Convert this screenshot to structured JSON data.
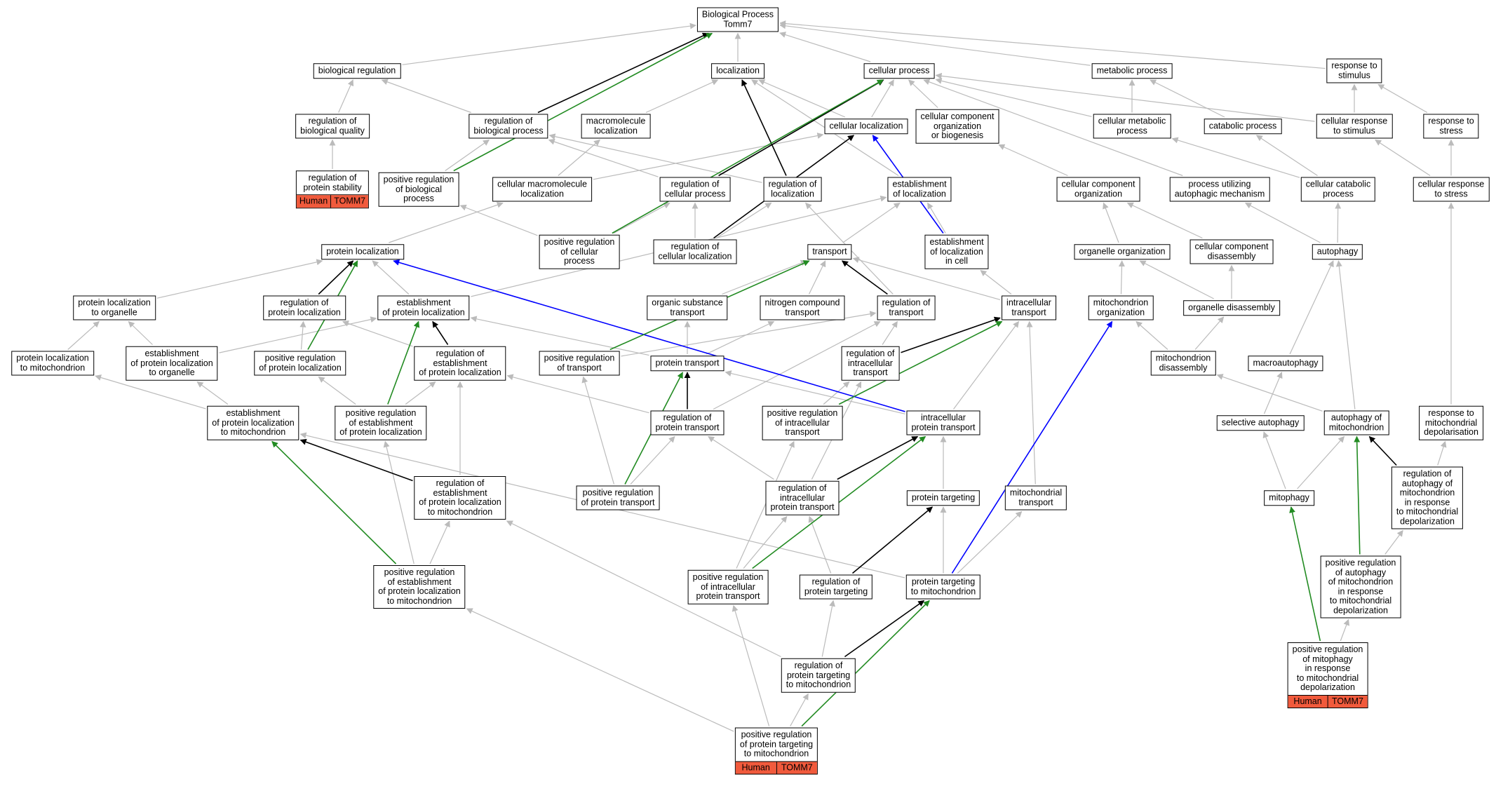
{
  "diagram_title": "Biological Process\nTomm7",
  "annotation": {
    "species": "Human",
    "gene": "TOMM7",
    "color": "#f15a3c"
  },
  "edge_colors": {
    "is_a": "#bbbbbb",
    "regulates": "#000000",
    "positively_regulates": "#228b22",
    "part_of": "#0000ff"
  },
  "nodes": [
    {
      "id": "root",
      "label": "Biological Process\nTomm7"
    },
    {
      "id": "bioreg",
      "label": "biological regulation"
    },
    {
      "id": "loc",
      "label": "localization"
    },
    {
      "id": "cellproc",
      "label": "cellular process"
    },
    {
      "id": "metab",
      "label": "metabolic process"
    },
    {
      "id": "respstim",
      "label": "response to\nstimulus"
    },
    {
      "id": "regbq",
      "label": "regulation of\nbiological quality"
    },
    {
      "id": "regbp",
      "label": "regulation of\nbiological process"
    },
    {
      "id": "macroloc",
      "label": "macromolecule\nlocalization"
    },
    {
      "id": "cellloc",
      "label": "cellular localization"
    },
    {
      "id": "ccob",
      "label": "cellular component\norganization\nor biogenesis"
    },
    {
      "id": "cellmet",
      "label": "cellular metabolic\nprocess"
    },
    {
      "id": "catab",
      "label": "catabolic process"
    },
    {
      "id": "cellrespstim",
      "label": "cellular response\nto stimulus"
    },
    {
      "id": "respstress",
      "label": "response to\nstress"
    },
    {
      "id": "regprotstab",
      "label": "regulation of\nprotein stability",
      "annotated": true
    },
    {
      "id": "posregbp",
      "label": "positive regulation\nof biological\nprocess"
    },
    {
      "id": "cellmacroloc",
      "label": "cellular macromolecule\nlocalization"
    },
    {
      "id": "regcp",
      "label": "regulation of\ncellular process"
    },
    {
      "id": "regloc",
      "label": "regulation of\nlocalization"
    },
    {
      "id": "estloc",
      "label": "establishment\nof localization"
    },
    {
      "id": "cco",
      "label": "cellular component\norganization"
    },
    {
      "id": "pram",
      "label": "process utilizing\nautophagic mechanism"
    },
    {
      "id": "cellcatab",
      "label": "cellular catabolic\nprocess"
    },
    {
      "id": "cellrespstress",
      "label": "cellular response\nto stress"
    },
    {
      "id": "protloc",
      "label": "protein localization"
    },
    {
      "id": "posregcp",
      "label": "positive regulation\nof cellular\nprocess"
    },
    {
      "id": "regcellloc",
      "label": "regulation of\ncellular localization"
    },
    {
      "id": "transport",
      "label": "transport"
    },
    {
      "id": "estlocincell",
      "label": "establishment\nof localization\nin cell"
    },
    {
      "id": "orgorg",
      "label": "organelle organization"
    },
    {
      "id": "ccdis",
      "label": "cellular component\ndisassembly"
    },
    {
      "id": "autophagy",
      "label": "autophagy"
    },
    {
      "id": "protlocorg",
      "label": "protein localization\nto organelle"
    },
    {
      "id": "regprotloc",
      "label": "regulation of\nprotein localization"
    },
    {
      "id": "estprotloc",
      "label": "establishment\nof protein localization"
    },
    {
      "id": "orgsubtrans",
      "label": "organic substance\ntransport"
    },
    {
      "id": "ncomptrans",
      "label": "nitrogen compound\ntransport"
    },
    {
      "id": "regtrans",
      "label": "regulation of\ntransport"
    },
    {
      "id": "intratrans",
      "label": "intracellular\ntransport"
    },
    {
      "id": "mitoorg",
      "label": "mitochondrion\norganization"
    },
    {
      "id": "orgdis",
      "label": "organelle disassembly"
    },
    {
      "id": "protlocmito",
      "label": "protein localization\nto mitochondrion"
    },
    {
      "id": "estprotlocorg",
      "label": "establishment\nof protein localization\nto organelle"
    },
    {
      "id": "posregprotloc",
      "label": "positive regulation\nof protein localization"
    },
    {
      "id": "regestprotloc",
      "label": "regulation of\nestablishment\nof protein localization"
    },
    {
      "id": "posregtrans",
      "label": "positive regulation\nof transport"
    },
    {
      "id": "prottrans",
      "label": "protein transport"
    },
    {
      "id": "regintratrans",
      "label": "regulation of\nintracellular\ntransport"
    },
    {
      "id": "mitodis",
      "label": "mitochondrion\ndisassembly"
    },
    {
      "id": "macroaut",
      "label": "macroautophagy"
    },
    {
      "id": "estprotlocmito",
      "label": "establishment\nof protein localization\nto mitochondrion"
    },
    {
      "id": "posregestprotloc",
      "label": "positive regulation\nof establishment\nof protein localization"
    },
    {
      "id": "regprottrans",
      "label": "regulation of\nprotein transport"
    },
    {
      "id": "posregintratrans",
      "label": "positive regulation\nof intracellular\ntransport"
    },
    {
      "id": "intraprottrans",
      "label": "intracellular\nprotein transport"
    },
    {
      "id": "selaut",
      "label": "selective autophagy"
    },
    {
      "id": "autmito",
      "label": "autophagy of\nmitochondrion"
    },
    {
      "id": "respmitodep",
      "label": "response to\nmitochondrial\ndepolarisation"
    },
    {
      "id": "regestprotlocmito",
      "label": "regulation of\nestablishment\nof protein localization\nto mitochondrion"
    },
    {
      "id": "posregprottrans",
      "label": "positive regulation\nof protein transport"
    },
    {
      "id": "regintraprottrans",
      "label": "regulation of\nintracellular\nprotein transport"
    },
    {
      "id": "prottarg",
      "label": "protein targeting"
    },
    {
      "id": "mitotrans",
      "label": "mitochondrial\ntransport"
    },
    {
      "id": "mitophagy",
      "label": "mitophagy"
    },
    {
      "id": "regautmito",
      "label": "regulation of\nautophagy of\nmitochondrion\nin response\nto mitochondrial\ndepolarization"
    },
    {
      "id": "posregestprotlocmito",
      "label": "positive regulation\nof establishment\nof protein localization\nto mitochondrion"
    },
    {
      "id": "posregintraprottrans",
      "label": "positive regulation\nof intracellular\nprotein transport"
    },
    {
      "id": "regprottarg",
      "label": "regulation of\nprotein targeting"
    },
    {
      "id": "prottargmito",
      "label": "protein targeting\nto mitochondrion"
    },
    {
      "id": "posregautmito",
      "label": "positive regulation\nof autophagy\nof mitochondrion\nin response\nto mitochondrial\ndepolarization"
    },
    {
      "id": "posregmitophagy",
      "label": "positive regulation\nof mitophagy\nin response\nto mitochondrial\ndepolarization",
      "annotated": true
    },
    {
      "id": "regprottargmito",
      "label": "regulation of\nprotein targeting\nto mitochondrion"
    },
    {
      "id": "posregprottargmito",
      "label": "positive regulation\nof protein targeting\nto mitochondrion",
      "annotated": true
    }
  ],
  "edges": [
    [
      "bioreg",
      "root",
      "is_a"
    ],
    [
      "loc",
      "root",
      "is_a"
    ],
    [
      "cellproc",
      "root",
      "is_a"
    ],
    [
      "metab",
      "root",
      "is_a"
    ],
    [
      "respstim",
      "root",
      "is_a"
    ],
    [
      "regbq",
      "bioreg",
      "is_a"
    ],
    [
      "regprotstab",
      "regbq",
      "is_a"
    ],
    [
      "regbp",
      "bioreg",
      "is_a"
    ],
    [
      "regbp",
      "root",
      "regulates"
    ],
    [
      "posregbp",
      "regbp",
      "is_a"
    ],
    [
      "posregbp",
      "root",
      "positively_regulates"
    ],
    [
      "macroloc",
      "loc",
      "is_a"
    ],
    [
      "cellloc",
      "loc",
      "is_a"
    ],
    [
      "cellloc",
      "cellproc",
      "is_a"
    ],
    [
      "ccob",
      "cellproc",
      "is_a"
    ],
    [
      "cellmet",
      "cellproc",
      "is_a"
    ],
    [
      "cellmet",
      "metab",
      "is_a"
    ],
    [
      "catab",
      "metab",
      "is_a"
    ],
    [
      "cellrespstim",
      "respstim",
      "is_a"
    ],
    [
      "cellrespstim",
      "cellproc",
      "is_a"
    ],
    [
      "respstress",
      "respstim",
      "is_a"
    ],
    [
      "cellmacroloc",
      "macroloc",
      "is_a"
    ],
    [
      "cellmacroloc",
      "cellloc",
      "is_a"
    ],
    [
      "regcp",
      "regbp",
      "is_a"
    ],
    [
      "regcp",
      "cellproc",
      "regulates"
    ],
    [
      "regloc",
      "regbp",
      "is_a"
    ],
    [
      "regloc",
      "loc",
      "regulates"
    ],
    [
      "estloc",
      "loc",
      "is_a"
    ],
    [
      "cco",
      "ccob",
      "is_a"
    ],
    [
      "pram",
      "cellproc",
      "is_a"
    ],
    [
      "cellcatab",
      "cellmet",
      "is_a"
    ],
    [
      "cellcatab",
      "catab",
      "is_a"
    ],
    [
      "cellrespstress",
      "cellrespstim",
      "is_a"
    ],
    [
      "cellrespstress",
      "respstress",
      "is_a"
    ],
    [
      "protloc",
      "cellmacroloc",
      "is_a"
    ],
    [
      "posregcp",
      "regcp",
      "is_a"
    ],
    [
      "posregcp",
      "posregbp",
      "is_a"
    ],
    [
      "posregcp",
      "cellproc",
      "positively_regulates"
    ],
    [
      "regcellloc",
      "regcp",
      "is_a"
    ],
    [
      "regcellloc",
      "regloc",
      "is_a"
    ],
    [
      "regcellloc",
      "cellloc",
      "regulates"
    ],
    [
      "transport",
      "estloc",
      "is_a"
    ],
    [
      "estlocincell",
      "estloc",
      "is_a"
    ],
    [
      "estlocincell",
      "cellloc",
      "part_of"
    ],
    [
      "orgorg",
      "cco",
      "is_a"
    ],
    [
      "ccdis",
      "cco",
      "is_a"
    ],
    [
      "autophagy",
      "pram",
      "is_a"
    ],
    [
      "autophagy",
      "cellcatab",
      "is_a"
    ],
    [
      "protlocorg",
      "protloc",
      "is_a"
    ],
    [
      "regprotloc",
      "protloc",
      "regulates"
    ],
    [
      "estprotloc",
      "protloc",
      "is_a"
    ],
    [
      "estprotloc",
      "estloc",
      "is_a"
    ],
    [
      "orgsubtrans",
      "transport",
      "is_a"
    ],
    [
      "ncomptrans",
      "transport",
      "is_a"
    ],
    [
      "regtrans",
      "transport",
      "regulates"
    ],
    [
      "regtrans",
      "regloc",
      "is_a"
    ],
    [
      "intratrans",
      "transport",
      "is_a"
    ],
    [
      "intratrans",
      "estlocincell",
      "is_a"
    ],
    [
      "mitoorg",
      "orgorg",
      "is_a"
    ],
    [
      "orgdis",
      "orgorg",
      "is_a"
    ],
    [
      "orgdis",
      "ccdis",
      "is_a"
    ],
    [
      "protlocmito",
      "protlocorg",
      "is_a"
    ],
    [
      "estprotlocorg",
      "protlocorg",
      "is_a"
    ],
    [
      "estprotlocorg",
      "estprotloc",
      "is_a"
    ],
    [
      "posregprotloc",
      "regprotloc",
      "is_a"
    ],
    [
      "posregprotloc",
      "protloc",
      "positively_regulates"
    ],
    [
      "regestprotloc",
      "estprotloc",
      "regulates"
    ],
    [
      "regestprotloc",
      "regprotloc",
      "is_a"
    ],
    [
      "posregtrans",
      "regtrans",
      "is_a"
    ],
    [
      "posregtrans",
      "transport",
      "positively_regulates"
    ],
    [
      "prottrans",
      "orgsubtrans",
      "is_a"
    ],
    [
      "prottrans",
      "ncomptrans",
      "is_a"
    ],
    [
      "prottrans",
      "estprotloc",
      "is_a"
    ],
    [
      "regintratrans",
      "regtrans",
      "is_a"
    ],
    [
      "regintratrans",
      "intratrans",
      "regulates"
    ],
    [
      "mitodis",
      "mitoorg",
      "is_a"
    ],
    [
      "mitodis",
      "orgdis",
      "is_a"
    ],
    [
      "macroaut",
      "autophagy",
      "is_a"
    ],
    [
      "estprotlocmito",
      "estprotlocorg",
      "is_a"
    ],
    [
      "estprotlocmito",
      "protlocmito",
      "is_a"
    ],
    [
      "posregestprotloc",
      "regestprotloc",
      "is_a"
    ],
    [
      "posregestprotloc",
      "posregprotloc",
      "is_a"
    ],
    [
      "posregestprotloc",
      "estprotloc",
      "positively_regulates"
    ],
    [
      "regprottrans",
      "prottrans",
      "regulates"
    ],
    [
      "regprottrans",
      "regestprotloc",
      "is_a"
    ],
    [
      "regprottrans",
      "regtrans",
      "is_a"
    ],
    [
      "posregintratrans",
      "regintratrans",
      "is_a"
    ],
    [
      "posregintratrans",
      "intratrans",
      "positively_regulates"
    ],
    [
      "intraprottrans",
      "intratrans",
      "is_a"
    ],
    [
      "intraprottrans",
      "prottrans",
      "is_a"
    ],
    [
      "intraprottrans",
      "protloc",
      "part_of"
    ],
    [
      "selaut",
      "macroaut",
      "is_a"
    ],
    [
      "autmito",
      "autophagy",
      "is_a"
    ],
    [
      "autmito",
      "mitodis",
      "is_a"
    ],
    [
      "respmitodep",
      "cellrespstress",
      "is_a"
    ],
    [
      "regestprotlocmito",
      "estprotlocmito",
      "regulates"
    ],
    [
      "regestprotlocmito",
      "regestprotloc",
      "is_a"
    ],
    [
      "posregprottrans",
      "regprottrans",
      "is_a"
    ],
    [
      "posregprottrans",
      "posregtrans",
      "is_a"
    ],
    [
      "posregprottrans",
      "prottrans",
      "positively_regulates"
    ],
    [
      "regintraprottrans",
      "regintratrans",
      "is_a"
    ],
    [
      "regintraprottrans",
      "regprottrans",
      "is_a"
    ],
    [
      "regintraprottrans",
      "intraprottrans",
      "regulates"
    ],
    [
      "prottarg",
      "intraprottrans",
      "is_a"
    ],
    [
      "mitotrans",
      "intratrans",
      "is_a"
    ],
    [
      "mitophagy",
      "selaut",
      "is_a"
    ],
    [
      "mitophagy",
      "autmito",
      "is_a"
    ],
    [
      "regautmito",
      "autmito",
      "regulates"
    ],
    [
      "regautmito",
      "respmitodep",
      "is_a"
    ],
    [
      "posregestprotlocmito",
      "regestprotlocmito",
      "is_a"
    ],
    [
      "posregestprotlocmito",
      "posregestprotloc",
      "is_a"
    ],
    [
      "posregestprotlocmito",
      "estprotlocmito",
      "positively_regulates"
    ],
    [
      "posregintraprottrans",
      "regintraprottrans",
      "is_a"
    ],
    [
      "posregintraprottrans",
      "posregintratrans",
      "is_a"
    ],
    [
      "posregintraprottrans",
      "intraprottrans",
      "positively_regulates"
    ],
    [
      "regprottarg",
      "regintraprottrans",
      "is_a"
    ],
    [
      "regprottarg",
      "prottarg",
      "regulates"
    ],
    [
      "prottargmito",
      "prottarg",
      "is_a"
    ],
    [
      "prottargmito",
      "mitotrans",
      "is_a"
    ],
    [
      "prottargmito",
      "estprotlocmito",
      "is_a"
    ],
    [
      "prottargmito",
      "mitoorg",
      "part_of"
    ],
    [
      "posregautmito",
      "regautmito",
      "is_a"
    ],
    [
      "posregautmito",
      "autmito",
      "positively_regulates"
    ],
    [
      "posregmitophagy",
      "posregautmito",
      "is_a"
    ],
    [
      "posregmitophagy",
      "mitophagy",
      "positively_regulates"
    ],
    [
      "regprottargmito",
      "regprottarg",
      "is_a"
    ],
    [
      "regprottargmito",
      "regestprotlocmito",
      "is_a"
    ],
    [
      "regprottargmito",
      "prottargmito",
      "regulates"
    ],
    [
      "posregprottargmito",
      "regprottargmito",
      "is_a"
    ],
    [
      "posregprottargmito",
      "posregintraprottrans",
      "is_a"
    ],
    [
      "posregprottargmito",
      "posregestprotlocmito",
      "is_a"
    ],
    [
      "posregprottargmito",
      "prottargmito",
      "positively_regulates"
    ]
  ]
}
